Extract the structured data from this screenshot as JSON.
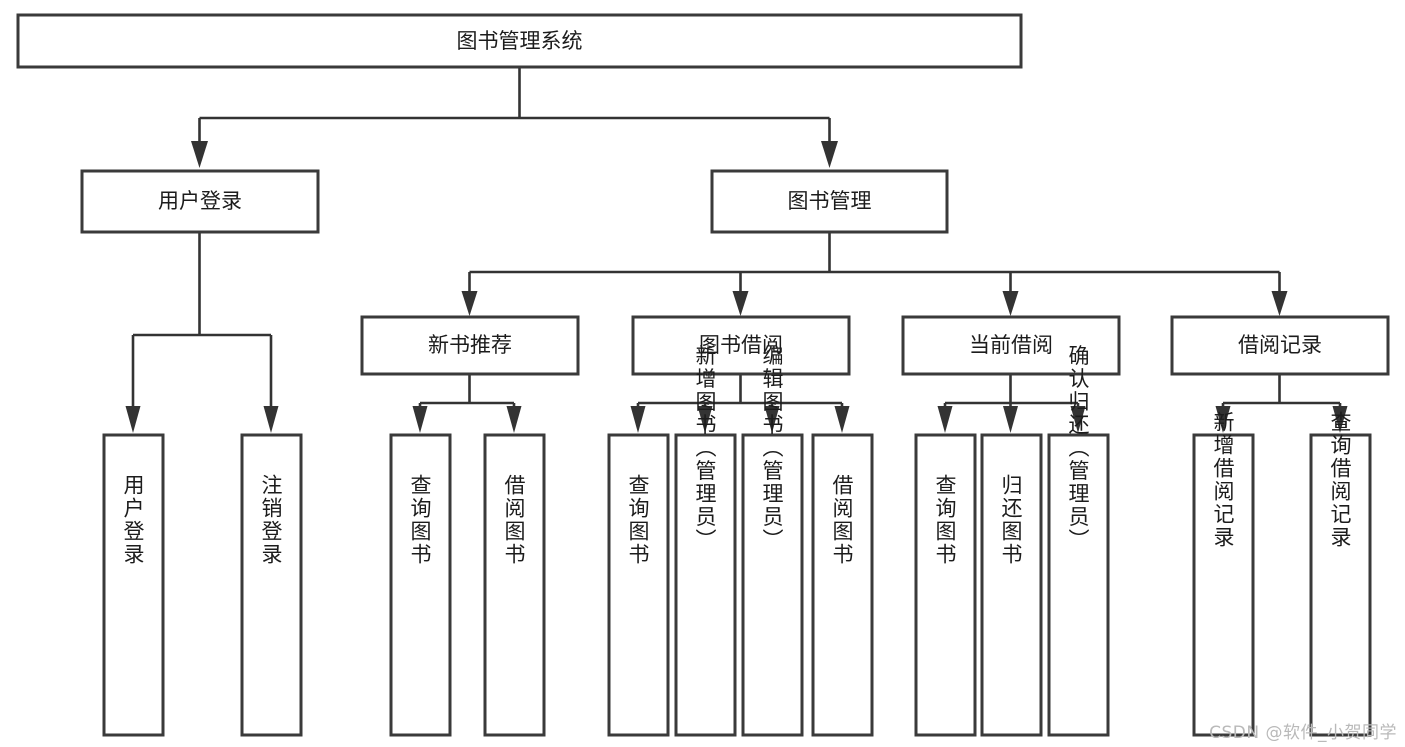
{
  "diagram": {
    "title": "图书管理系统",
    "type": "tree",
    "watermark": "CSDN @软件_小贺同学",
    "colors": {
      "box_stroke": "#3a3a3a",
      "connector": "#333333",
      "text": "#1c1c1c",
      "background": "#ffffff",
      "watermark": "#b9b9b9"
    },
    "root": {
      "label": "图书管理系统",
      "orientation": "horizontal"
    },
    "level2": [
      {
        "label": "用户登录",
        "orientation": "horizontal"
      },
      {
        "label": "图书管理",
        "orientation": "horizontal"
      }
    ],
    "level3": [
      {
        "label": "新书推荐",
        "orientation": "horizontal",
        "parent": "图书管理"
      },
      {
        "label": "图书借阅",
        "orientation": "horizontal",
        "parent": "图书管理"
      },
      {
        "label": "当前借阅",
        "orientation": "horizontal",
        "parent": "图书管理"
      },
      {
        "label": "借阅记录",
        "orientation": "horizontal",
        "parent": "图书管理"
      }
    ],
    "leaves": {
      "user_login": [
        {
          "label": "用户登录",
          "orientation": "vertical"
        },
        {
          "label": "注销登录",
          "orientation": "vertical"
        }
      ],
      "new_book_recommend": [
        {
          "label": "查询图书",
          "orientation": "vertical"
        },
        {
          "label": "借阅图书",
          "orientation": "vertical"
        }
      ],
      "book_borrow": [
        {
          "label": "查询图书",
          "orientation": "vertical"
        },
        {
          "label": "新增图书（管理员）",
          "orientation": "vertical"
        },
        {
          "label": "编辑图书（管理员）",
          "orientation": "vertical"
        },
        {
          "label": "借阅图书",
          "orientation": "vertical"
        }
      ],
      "current_borrow": [
        {
          "label": "查询图书",
          "orientation": "vertical"
        },
        {
          "label": "归还图书",
          "orientation": "vertical"
        },
        {
          "label": "确认归还（管理员）",
          "orientation": "vertical"
        }
      ],
      "borrow_record": [
        {
          "label": "新增借阅记录",
          "orientation": "vertical"
        },
        {
          "label": "查询借阅记录",
          "orientation": "vertical"
        }
      ]
    }
  }
}
